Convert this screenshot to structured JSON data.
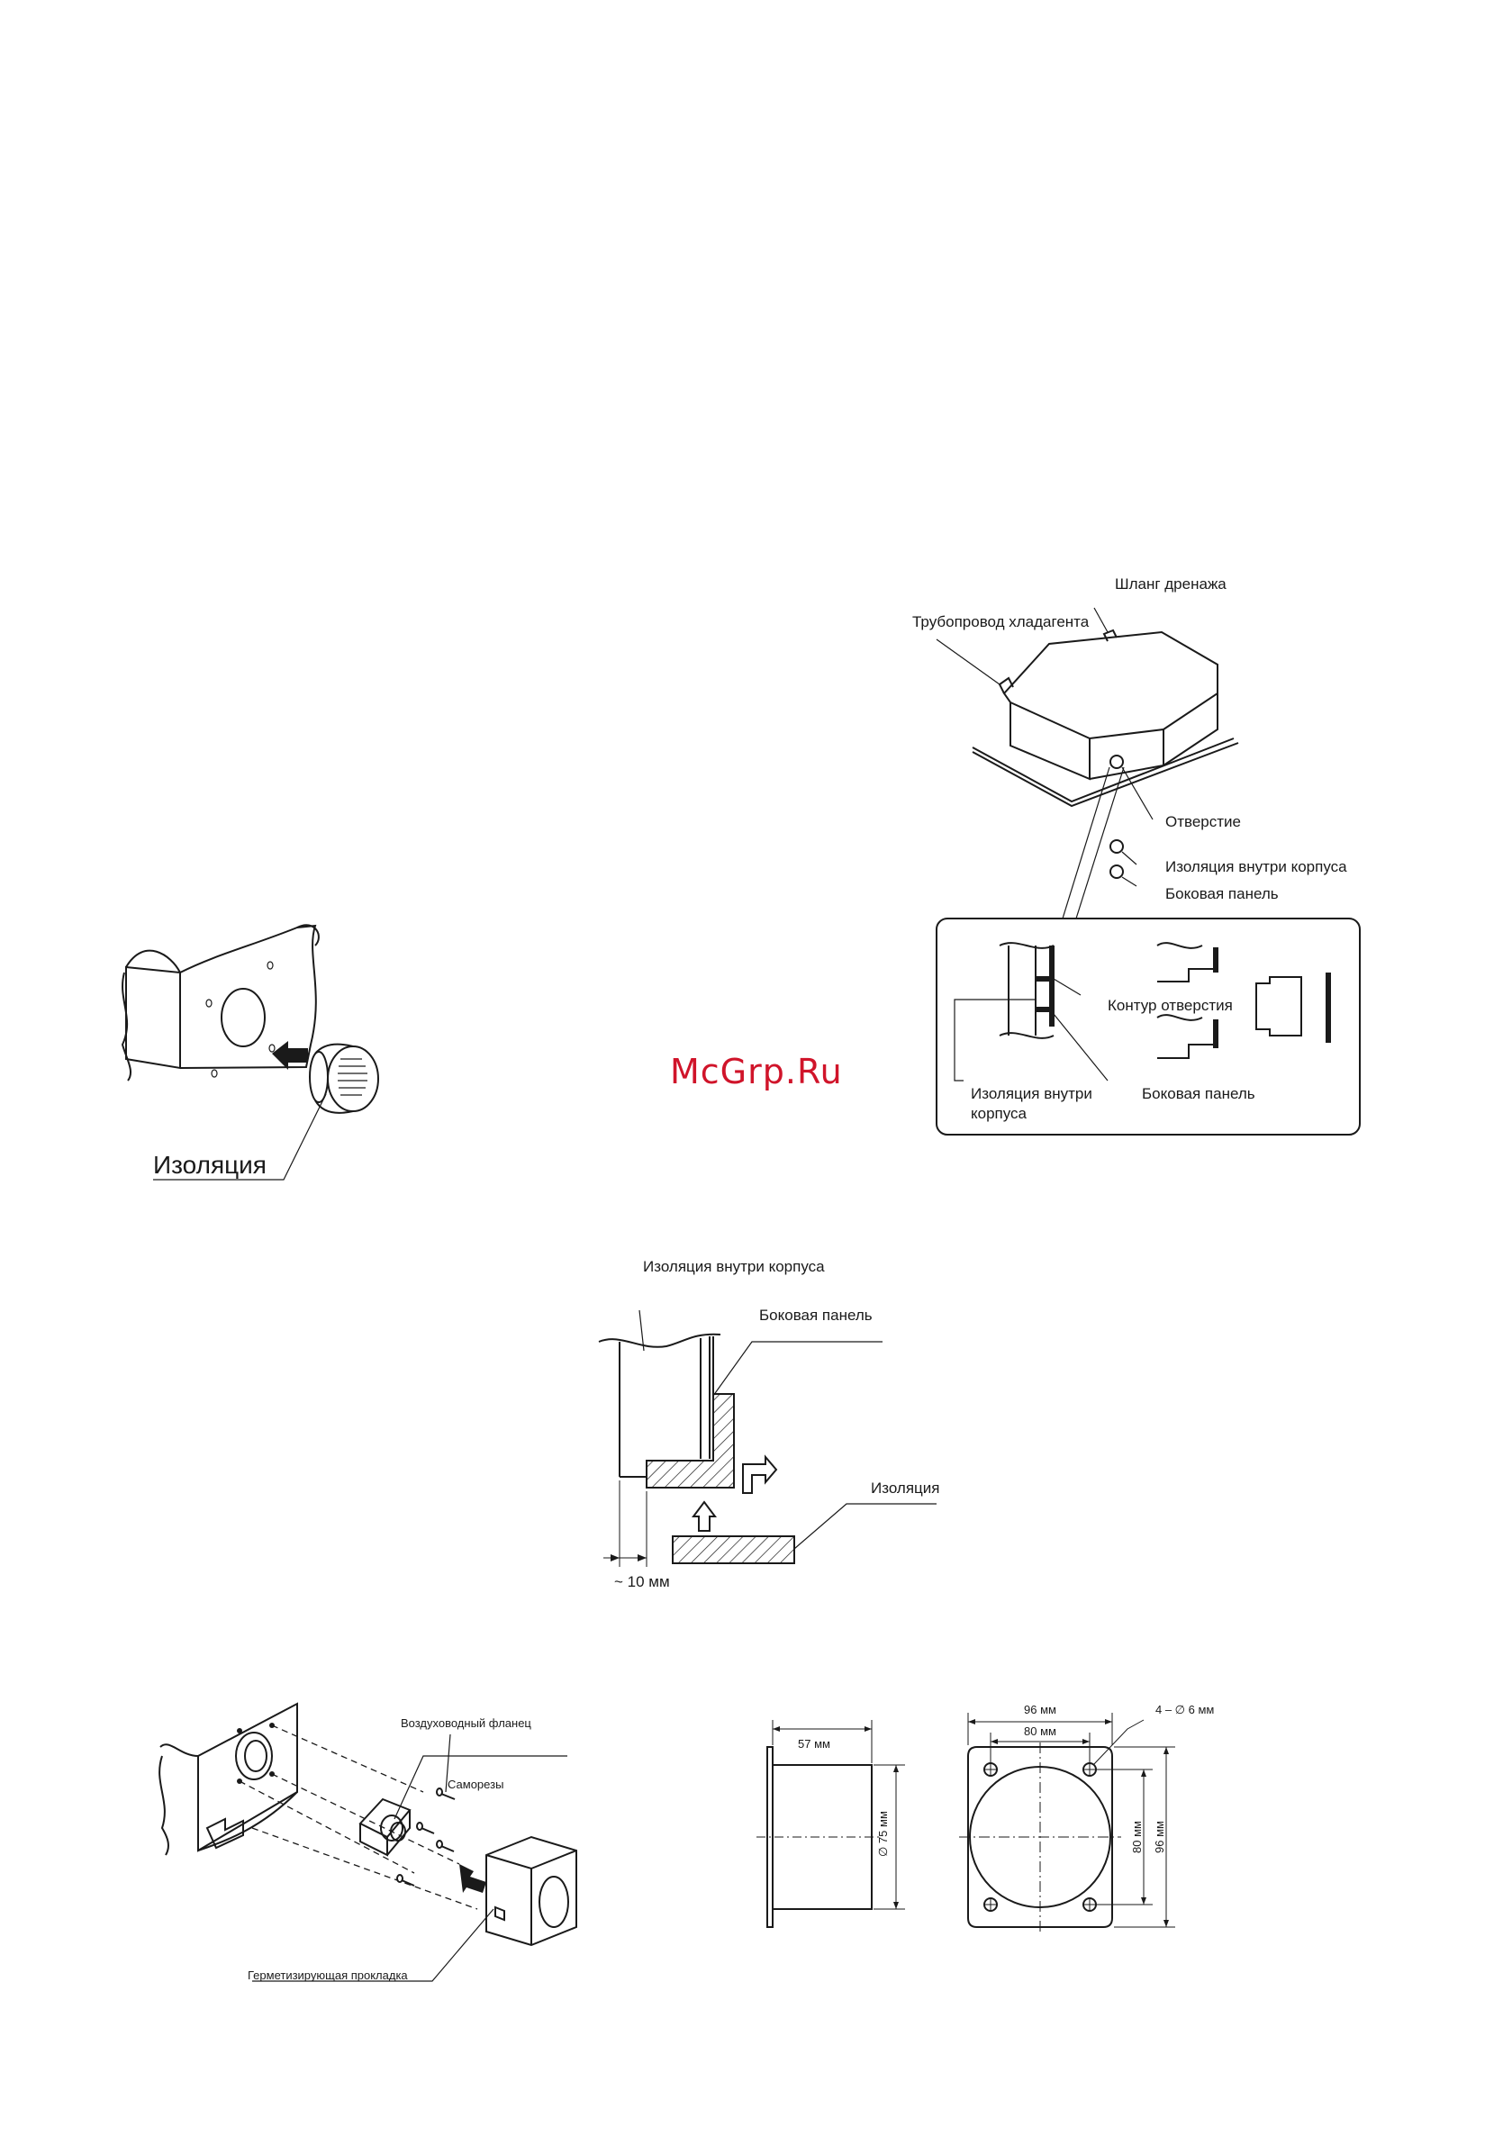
{
  "watermark": "McGrp.Ru",
  "fig_insulation_ring": {
    "label": "Изоляция"
  },
  "fig_unit": {
    "drain_hose": "Шланг дренажа",
    "refrigerant_pipe": "Трубопровод хладагента",
    "opening": "Отверстие",
    "insulation_inside": "Изоляция внутри корпуса",
    "side_panel": "Боковая панель",
    "detail_outline": "Контур отверстия",
    "detail_insulation": "Изоляция внутри\nкорпуса",
    "detail_insulation_line1": "Изоляция внутри",
    "detail_insulation_line2": "корпуса",
    "detail_side_panel": "Боковая панель"
  },
  "fig_section": {
    "insulation_inside": "Изоляция внутри корпуса",
    "side_panel": "Боковая панель",
    "insulation": "Изоляция",
    "gap": "~ 10 мм"
  },
  "fig_flange": {
    "duct_flange": "Воздуховодный фланец",
    "screws": "Саморезы",
    "seal": "Герметизирующая прокладка"
  },
  "fig_dimensions": {
    "depth": "57 мм",
    "diameter": "∅ 75 мм",
    "outer_width": "96 мм",
    "hole_pitch": "80 мм",
    "holes": "4 – ∅ 6 мм",
    "side_pitch": "80 мм",
    "side_outer": "96 мм"
  }
}
